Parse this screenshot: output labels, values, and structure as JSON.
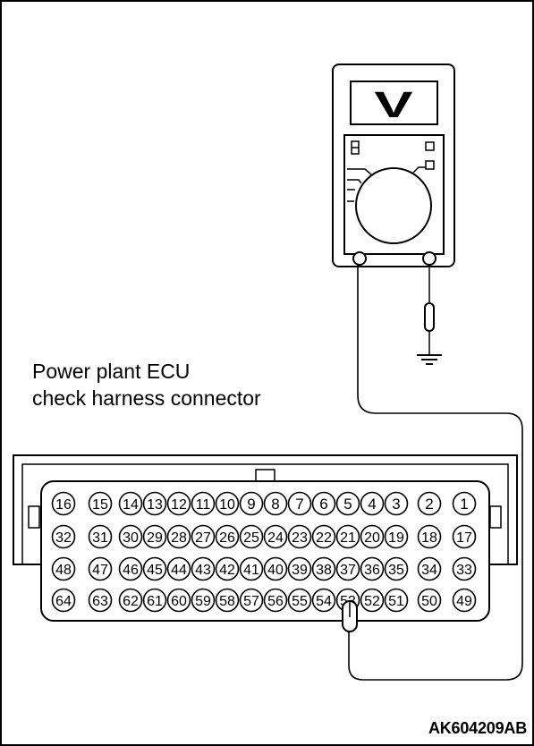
{
  "caption": {
    "line1": "Power plant ECU",
    "line2": "check harness connector"
  },
  "figure_code": "AK604209AB",
  "meter": {
    "display_symbol": "V"
  },
  "connector": {
    "rows": [
      [
        "16",
        "15",
        "14",
        "13",
        "12",
        "11",
        "10",
        "9",
        "8",
        "7",
        "6",
        "5",
        "4",
        "3",
        "2",
        "1"
      ],
      [
        "32",
        "31",
        "30",
        "29",
        "28",
        "27",
        "26",
        "25",
        "24",
        "23",
        "22",
        "21",
        "20",
        "19",
        "18",
        "17"
      ],
      [
        "48",
        "47",
        "46",
        "45",
        "44",
        "43",
        "42",
        "41",
        "40",
        "39",
        "38",
        "37",
        "36",
        "35",
        "34",
        "33"
      ],
      [
        "64",
        "63",
        "62",
        "61",
        "60",
        "59",
        "58",
        "57",
        "56",
        "55",
        "54",
        "53",
        "52",
        "51",
        "50",
        "49"
      ]
    ],
    "probed_pin": "53"
  },
  "colors": {
    "line": "#000000",
    "background": "#ffffff"
  }
}
